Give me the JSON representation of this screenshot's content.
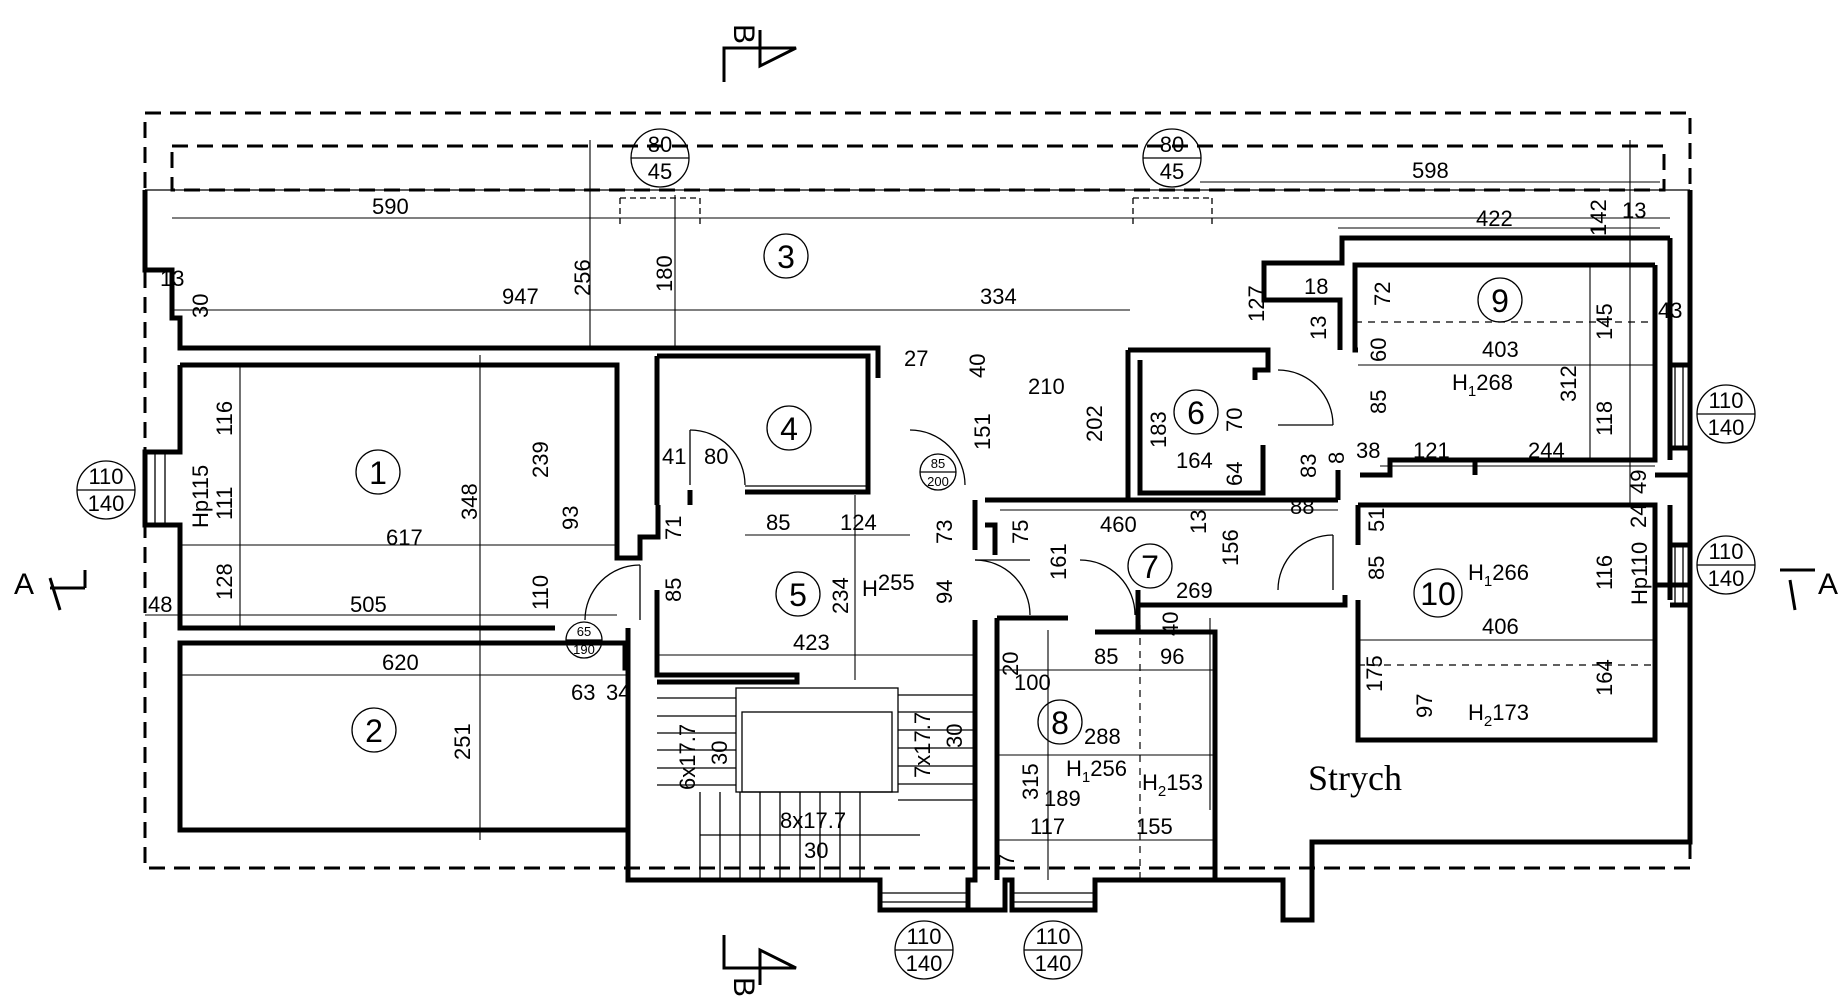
{
  "room_numbers": [
    "1",
    "2",
    "3",
    "4",
    "5",
    "6",
    "7",
    "8",
    "9",
    "10"
  ],
  "attic_label": "Strych",
  "section_markers": [
    "A",
    "A",
    "B",
    "B"
  ],
  "openings": [
    {
      "top": "110",
      "bottom": "140"
    },
    {
      "top": "80",
      "bottom": "45"
    },
    {
      "top": "80",
      "bottom": "45"
    },
    {
      "top": "85",
      "bottom": "200"
    },
    {
      "top": "65",
      "bottom": "190"
    },
    {
      "top": "110",
      "bottom": "140"
    },
    {
      "top": "110",
      "bottom": "140"
    },
    {
      "top": "110",
      "bottom": "140"
    },
    {
      "top": "110",
      "bottom": "140"
    }
  ],
  "room_heights": [
    {
      "prefix": "H",
      "sub": "",
      "value": "255"
    },
    {
      "prefix": "H",
      "sub": "1",
      "value": "268"
    },
    {
      "prefix": "H",
      "sub": "1",
      "value": "266"
    },
    {
      "prefix": "H",
      "sub": "2",
      "value": "173"
    },
    {
      "prefix": "H",
      "sub": "1",
      "value": "256"
    },
    {
      "prefix": "H",
      "sub": "2",
      "value": "153"
    },
    {
      "prefix": "Hp",
      "sub": "",
      "value": "115"
    },
    {
      "prefix": "Hp",
      "sub": "",
      "value": "110"
    }
  ],
  "stairs": [
    "6x17.7",
    "30",
    "7x17.7",
    "30",
    "8x17.7",
    "30"
  ],
  "dims_h": [
    "590",
    "947",
    "13",
    "334",
    "598",
    "422",
    "13",
    "18",
    "403",
    "43",
    "617",
    "505",
    "48",
    "620",
    "63",
    "34",
    "41",
    "80",
    "27",
    "210",
    "164",
    "38",
    "121",
    "244",
    "85",
    "124",
    "88",
    "460",
    "423",
    "269",
    "406",
    "100",
    "85",
    "96",
    "288",
    "189",
    "117",
    "155"
  ],
  "dims_v": [
    "256",
    "180",
    "127",
    "13",
    "72",
    "145",
    "142",
    "60",
    "312",
    "118",
    "49",
    "85",
    "116",
    "111",
    "128",
    "348",
    "239",
    "93",
    "110",
    "30",
    "40",
    "151",
    "202",
    "183",
    "70",
    "64",
    "83",
    "8",
    "71",
    "85",
    "73",
    "234",
    "94",
    "75",
    "161",
    "13",
    "156",
    "51",
    "85",
    "24",
    "116",
    "164",
    "175",
    "97",
    "251",
    "20",
    "40",
    "315",
    "7"
  ]
}
